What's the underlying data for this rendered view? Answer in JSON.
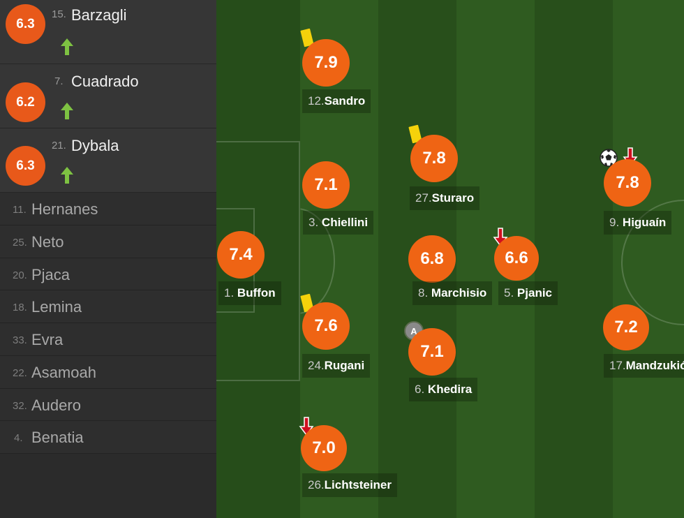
{
  "substitutes": [
    {
      "rating": "6.3",
      "number": "15.",
      "name": "Barzagli"
    },
    {
      "rating": "6.2",
      "number": "7.",
      "name": "Cuadrado"
    },
    {
      "rating": "6.3",
      "number": "21.",
      "name": "Dybala"
    }
  ],
  "bench": [
    {
      "number": "11.",
      "name": "Hernanes"
    },
    {
      "number": "25.",
      "name": "Neto"
    },
    {
      "number": "20.",
      "name": "Pjaca"
    },
    {
      "number": "18.",
      "name": "Lemina"
    },
    {
      "number": "33.",
      "name": "Evra"
    },
    {
      "number": "22.",
      "name": "Asamoah"
    },
    {
      "number": "32.",
      "name": "Audero"
    },
    {
      "number": "4.",
      "name": "Benatia"
    }
  ],
  "players": {
    "sandro": {
      "rating": "7.9",
      "number": "12.",
      "name": "Sandro"
    },
    "sturaro": {
      "rating": "7.8",
      "number": "27.",
      "name": "Sturaro"
    },
    "higuain": {
      "rating": "7.8",
      "number": "9.",
      "name": "Higuaín"
    },
    "chiellini": {
      "rating": "7.1",
      "number": "3.",
      "name": "Chiellini"
    },
    "buffon": {
      "rating": "7.4",
      "number": "1.",
      "name": "Buffon"
    },
    "marchisio": {
      "rating": "6.8",
      "number": "8.",
      "name": "Marchisio"
    },
    "pjanic": {
      "rating": "6.6",
      "number": "5.",
      "name": "Pjanic"
    },
    "rugani": {
      "rating": "7.6",
      "number": "24.",
      "name": "Rugani"
    },
    "khedira": {
      "rating": "7.1",
      "number": "6.",
      "name": "Khedira"
    },
    "mandzukic": {
      "rating": "7.2",
      "number": "17.",
      "name": "Mandzukić"
    },
    "lichtsteiner": {
      "rating": "7.0",
      "number": "26.",
      "name": "Lichtsteiner"
    }
  },
  "captain_badge": "A",
  "colors": {
    "rating_bg": "#ef6414",
    "sub_rating_bg": "#e8591a",
    "sub_in_arrow": "#7ec242",
    "sub_out_arrow": "#d0101f",
    "yellow_card": "#f5d20b"
  },
  "icons": {
    "sub_in": "green-up-arrow-icon",
    "sub_out": "red-down-arrow-icon",
    "goal": "soccer-ball-icon",
    "booking": "yellow-card-icon"
  }
}
